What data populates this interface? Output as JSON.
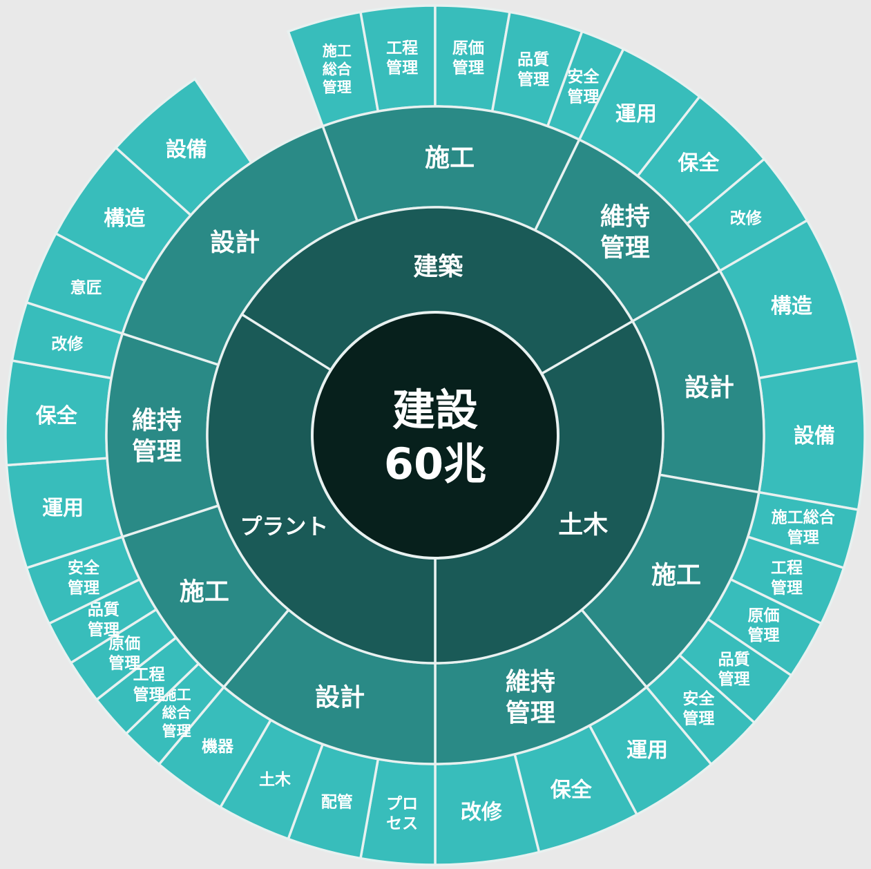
{
  "colors": {
    "background": "#e9e9e9",
    "center": "#07201c",
    "ring1": "#1a5a57",
    "ring2": "#2a8a86",
    "ring3": "#38bdbb",
    "divider": "#e8f1f0",
    "text": "#ffffff"
  },
  "center": {
    "line1": "建設",
    "line2": "60兆"
  },
  "sectors": [
    {
      "name": "建築",
      "children": [
        {
          "name": "施工",
          "children": [
            "施工\n総合\n管理",
            "工程\n管理",
            "原価\n管理",
            "品質\n管理",
            "安全\n管理"
          ]
        },
        {
          "name": "維持\n管理",
          "children": [
            "運用",
            "保全",
            "改修"
          ]
        },
        {
          "name": "設計",
          "children": [
            "構造",
            "設備"
          ]
        }
      ]
    },
    {
      "name": "土木",
      "children": [
        {
          "name": "施工",
          "children": [
            "施工総合\n管理",
            "工程\n管理",
            "原価\n管理",
            "品質\n管理",
            "安全\n管理"
          ]
        },
        {
          "name": "維持\n管理",
          "children": [
            "運用",
            "保全",
            "改修"
          ]
        }
      ]
    },
    {
      "name": "プラント",
      "children": [
        {
          "name": "設計",
          "children": [
            "プロ\nセス",
            "配管",
            "土木",
            "機器"
          ]
        },
        {
          "name": "施工",
          "children": [
            "施工\n総合\n管理",
            "工程\n管理",
            "原価\n管理",
            "品質\n管理",
            "安全\n管理"
          ]
        },
        {
          "name": "維持\n管理",
          "children": [
            "運用",
            "保全",
            "改修"
          ]
        },
        {
          "name": "設計",
          "children": [
            "意匠",
            "構造",
            "設備"
          ]
        }
      ]
    }
  ]
}
